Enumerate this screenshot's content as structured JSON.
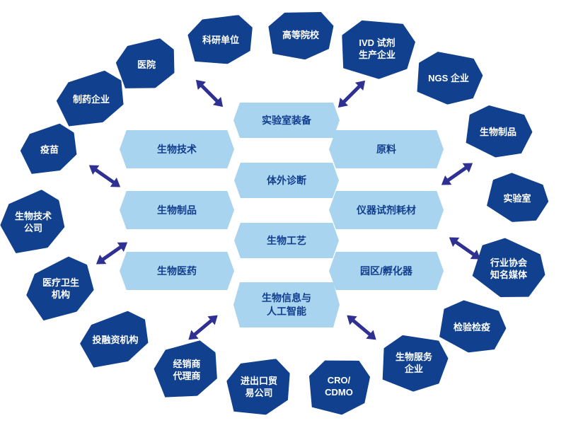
{
  "colors": {
    "background": "#ffffff",
    "outer_bg": "#11418e",
    "outer_text": "#ffffff",
    "inner_bg": "#a8d4f0",
    "inner_text": "#123e8e",
    "arrow": "#2e3192"
  },
  "outer_nodes": [
    {
      "id": "pharma-company",
      "label": "制药企业"
    },
    {
      "id": "hospital",
      "label": "医院"
    },
    {
      "id": "research-institute",
      "label": "科研单位"
    },
    {
      "id": "university",
      "label": "高等院校"
    },
    {
      "id": "ivd-reagent-manufacturer",
      "label": "IVD 试剂\n生产企业"
    },
    {
      "id": "ngs-company",
      "label": "NGS 企业"
    },
    {
      "id": "bio-products-company",
      "label": "生物制品"
    },
    {
      "id": "laboratory",
      "label": "实验室"
    },
    {
      "id": "industry-association-media",
      "label": "行业协会\n知名媒体"
    },
    {
      "id": "inspection-quarantine",
      "label": "检验检疫"
    },
    {
      "id": "bio-service-company",
      "label": "生物服务\n企业"
    },
    {
      "id": "cro-cdmo",
      "label": "CRO/\nCDMO"
    },
    {
      "id": "import-export-trade",
      "label": "进出口贸\n易公司"
    },
    {
      "id": "distributor-agent",
      "label": "经销商\n代理商"
    },
    {
      "id": "investment-institution",
      "label": "投融资机构"
    },
    {
      "id": "medical-health-institution",
      "label": "医疗卫生\n机构"
    },
    {
      "id": "biotech-company",
      "label": "生物技术\n公司"
    },
    {
      "id": "vaccine",
      "label": "疫苗"
    }
  ],
  "inner_nodes": [
    {
      "id": "lab-equipment",
      "label": "实验室装备"
    },
    {
      "id": "biotechnology",
      "label": "生物技术"
    },
    {
      "id": "raw-materials",
      "label": "原料"
    },
    {
      "id": "in-vitro-diagnostics",
      "label": "体外诊断"
    },
    {
      "id": "biological-products",
      "label": "生物制品"
    },
    {
      "id": "instruments-reagents-consumables",
      "label": "仪器试剂耗材"
    },
    {
      "id": "bioprocess",
      "label": "生物工艺"
    },
    {
      "id": "biomedicine",
      "label": "生物医药"
    },
    {
      "id": "park-incubator",
      "label": "园区/孵化器"
    },
    {
      "id": "bioinformatics-ai",
      "label": "生物信息与\n人工智能"
    }
  ]
}
